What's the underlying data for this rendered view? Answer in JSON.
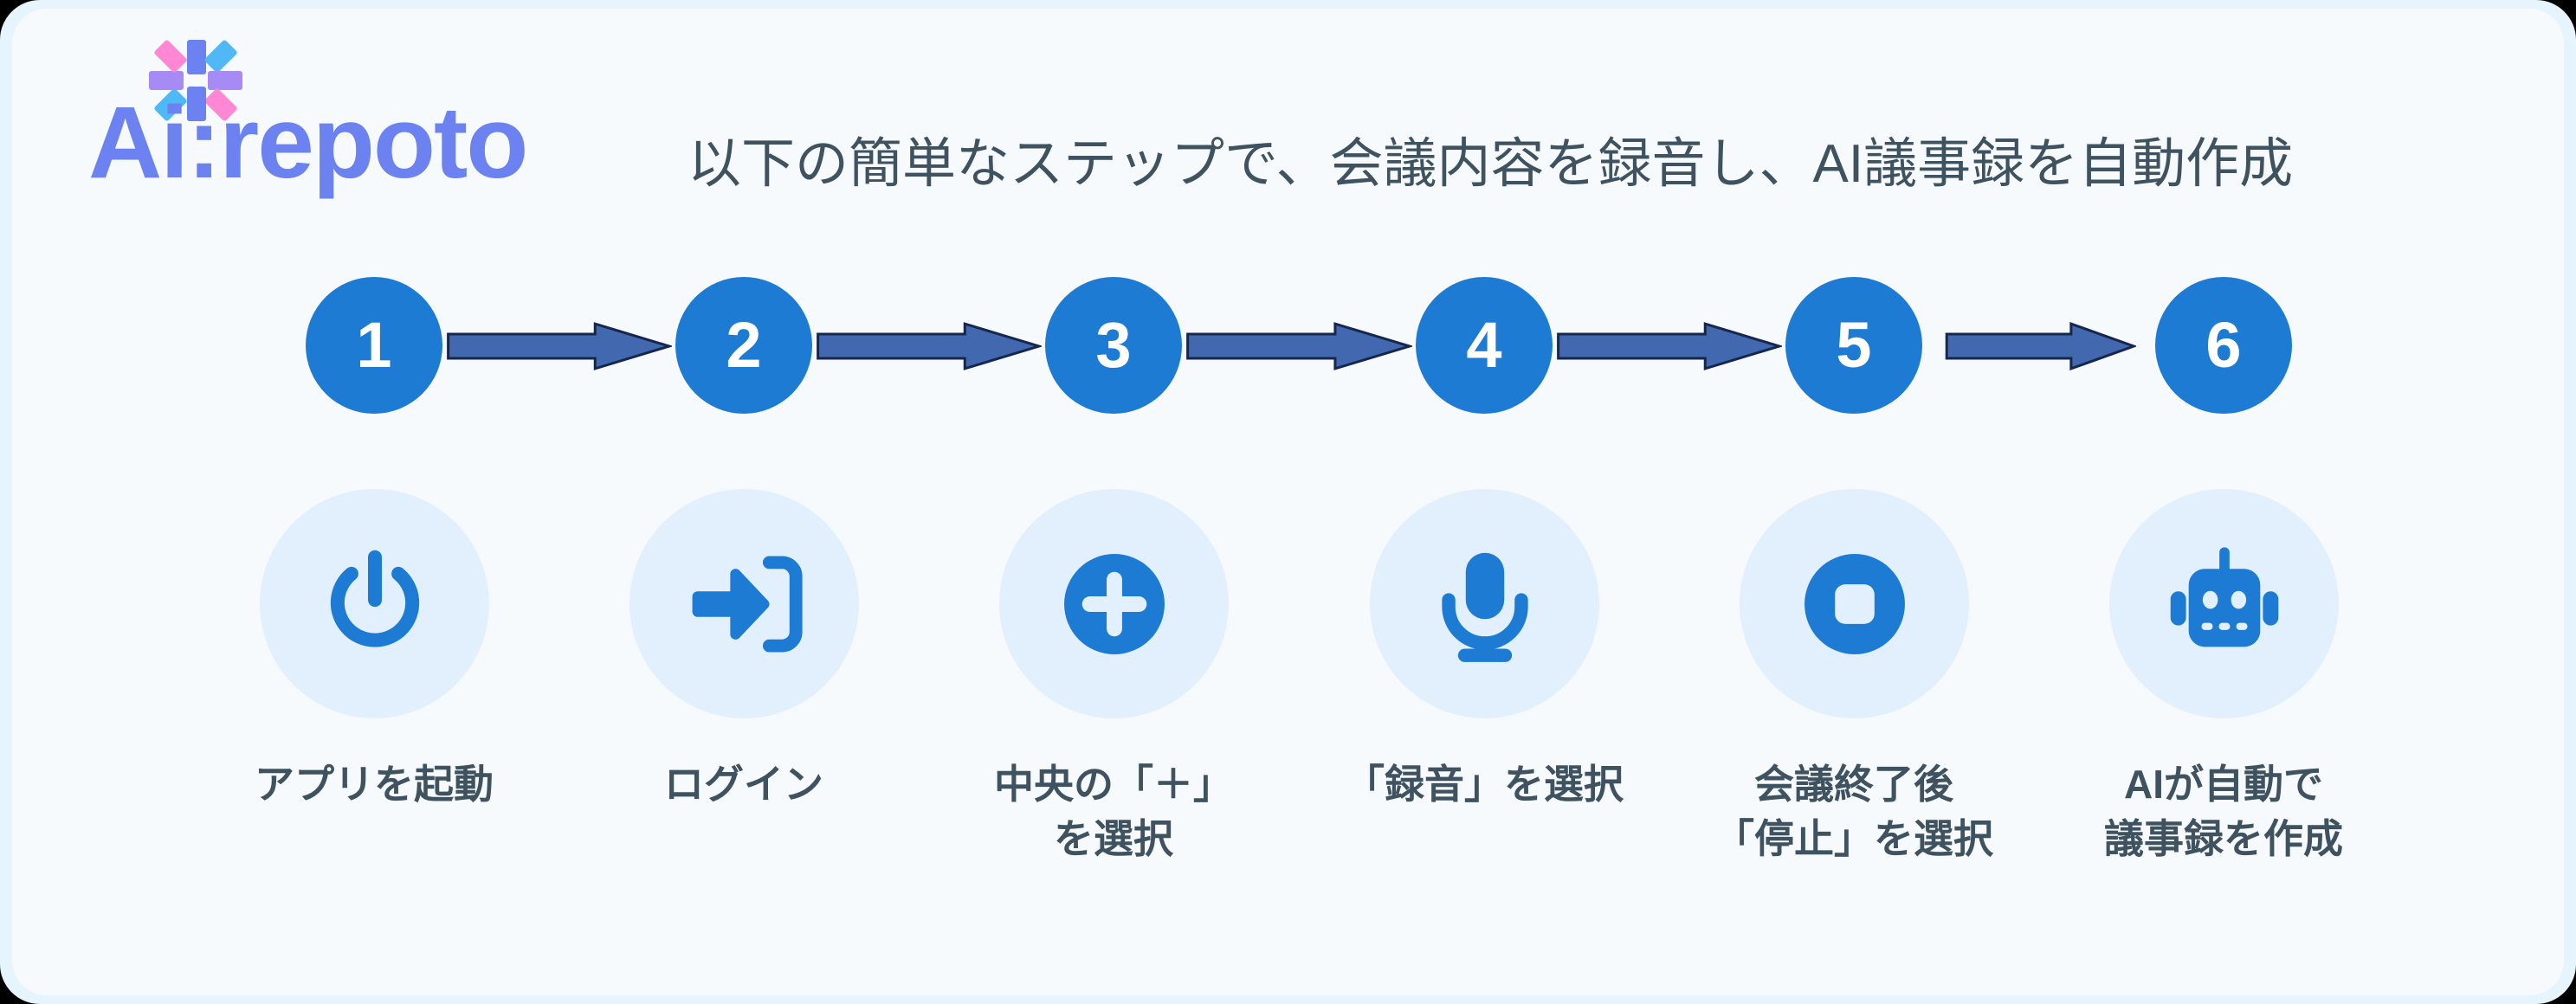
{
  "colors": {
    "page_background": "#000000",
    "card_outer": "#E6F4FD",
    "card_inner": "#F7FAFC",
    "logo_text": "#6B82F0",
    "heading_text": "#3F5260",
    "label_text": "#3F5260",
    "step_circle": "#1D7BD3",
    "step_number": "#FFFFFF",
    "icon_circle": "#E1F0FC",
    "icon_glyph": "#1D7BD3",
    "arrow_fill": "#4268B0",
    "arrow_stroke": "#15274C"
  },
  "brand": {
    "name": "Ai:repoto",
    "mark_name": "asterisk-logo-mark",
    "petal_colors": {
      "top": "#6B82F0",
      "top_right": "#4FB8F5",
      "right": "#A78BF5",
      "bottom_right": "#FF87D4",
      "bottom": "#6B82F0",
      "bottom_left": "#4FB8F5",
      "left": "#A78BF5",
      "top_left": "#FF87D4"
    }
  },
  "header": {
    "tagline": "以下の簡単なステップで、会議内容を録音し、AI議事録を自動作成"
  },
  "flow": {
    "arrow_count": 5,
    "arrow_name": "flow-arrow",
    "steps": [
      {
        "number": "1",
        "icon": "power-icon",
        "label": "アプリを起動"
      },
      {
        "number": "2",
        "icon": "login-icon",
        "label": "ログイン"
      },
      {
        "number": "3",
        "icon": "plus-circle-icon",
        "label": "中央の「＋」\n を選択"
      },
      {
        "number": "4",
        "icon": "microphone-icon",
        "label": "「録音」を選択"
      },
      {
        "number": "5",
        "icon": "stop-circle-icon",
        "label": "会議終了後\n「停止」を選択"
      },
      {
        "number": "6",
        "icon": "robot-icon",
        "label": "AIが自動で\n議事録を作成"
      }
    ]
  }
}
